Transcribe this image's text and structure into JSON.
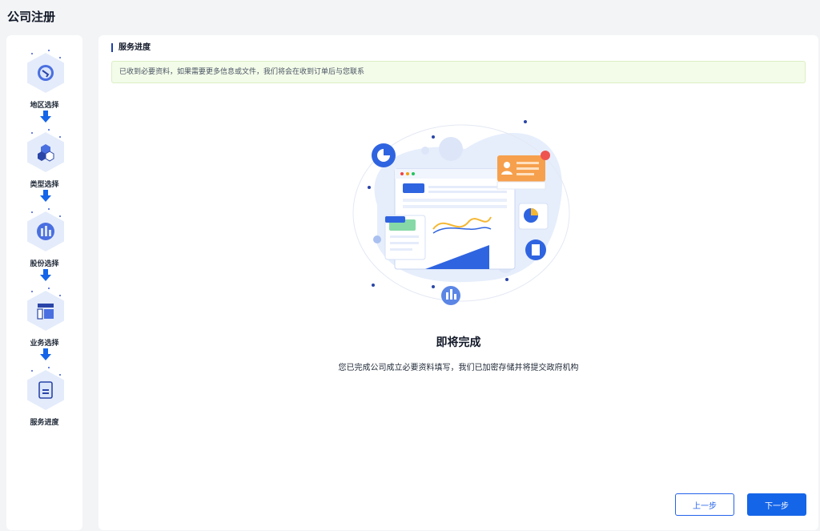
{
  "page": {
    "title": "公司注册"
  },
  "steps": [
    {
      "label": "地区选择",
      "icon": "region-icon"
    },
    {
      "label": "类型选择",
      "icon": "type-icon"
    },
    {
      "label": "股份选择",
      "icon": "shares-icon"
    },
    {
      "label": "业务选择",
      "icon": "business-icon"
    },
    {
      "label": "服务进度",
      "icon": "progress-icon"
    }
  ],
  "main": {
    "section_title": "服务进度",
    "notice": "已收到必要资料，如果需要更多信息或文件，我们将会在收到订单后与您联系",
    "done_title": "即将完成",
    "done_desc": "您已完成公司成立必要资料填写，我们已加密存储并将提交政府机构"
  },
  "buttons": {
    "prev": "上一步",
    "next": "下一步"
  },
  "colors": {
    "primary": "#1565e8",
    "icon_bg": "#e4ecfb",
    "notice_bg": "#f3fbe9"
  }
}
